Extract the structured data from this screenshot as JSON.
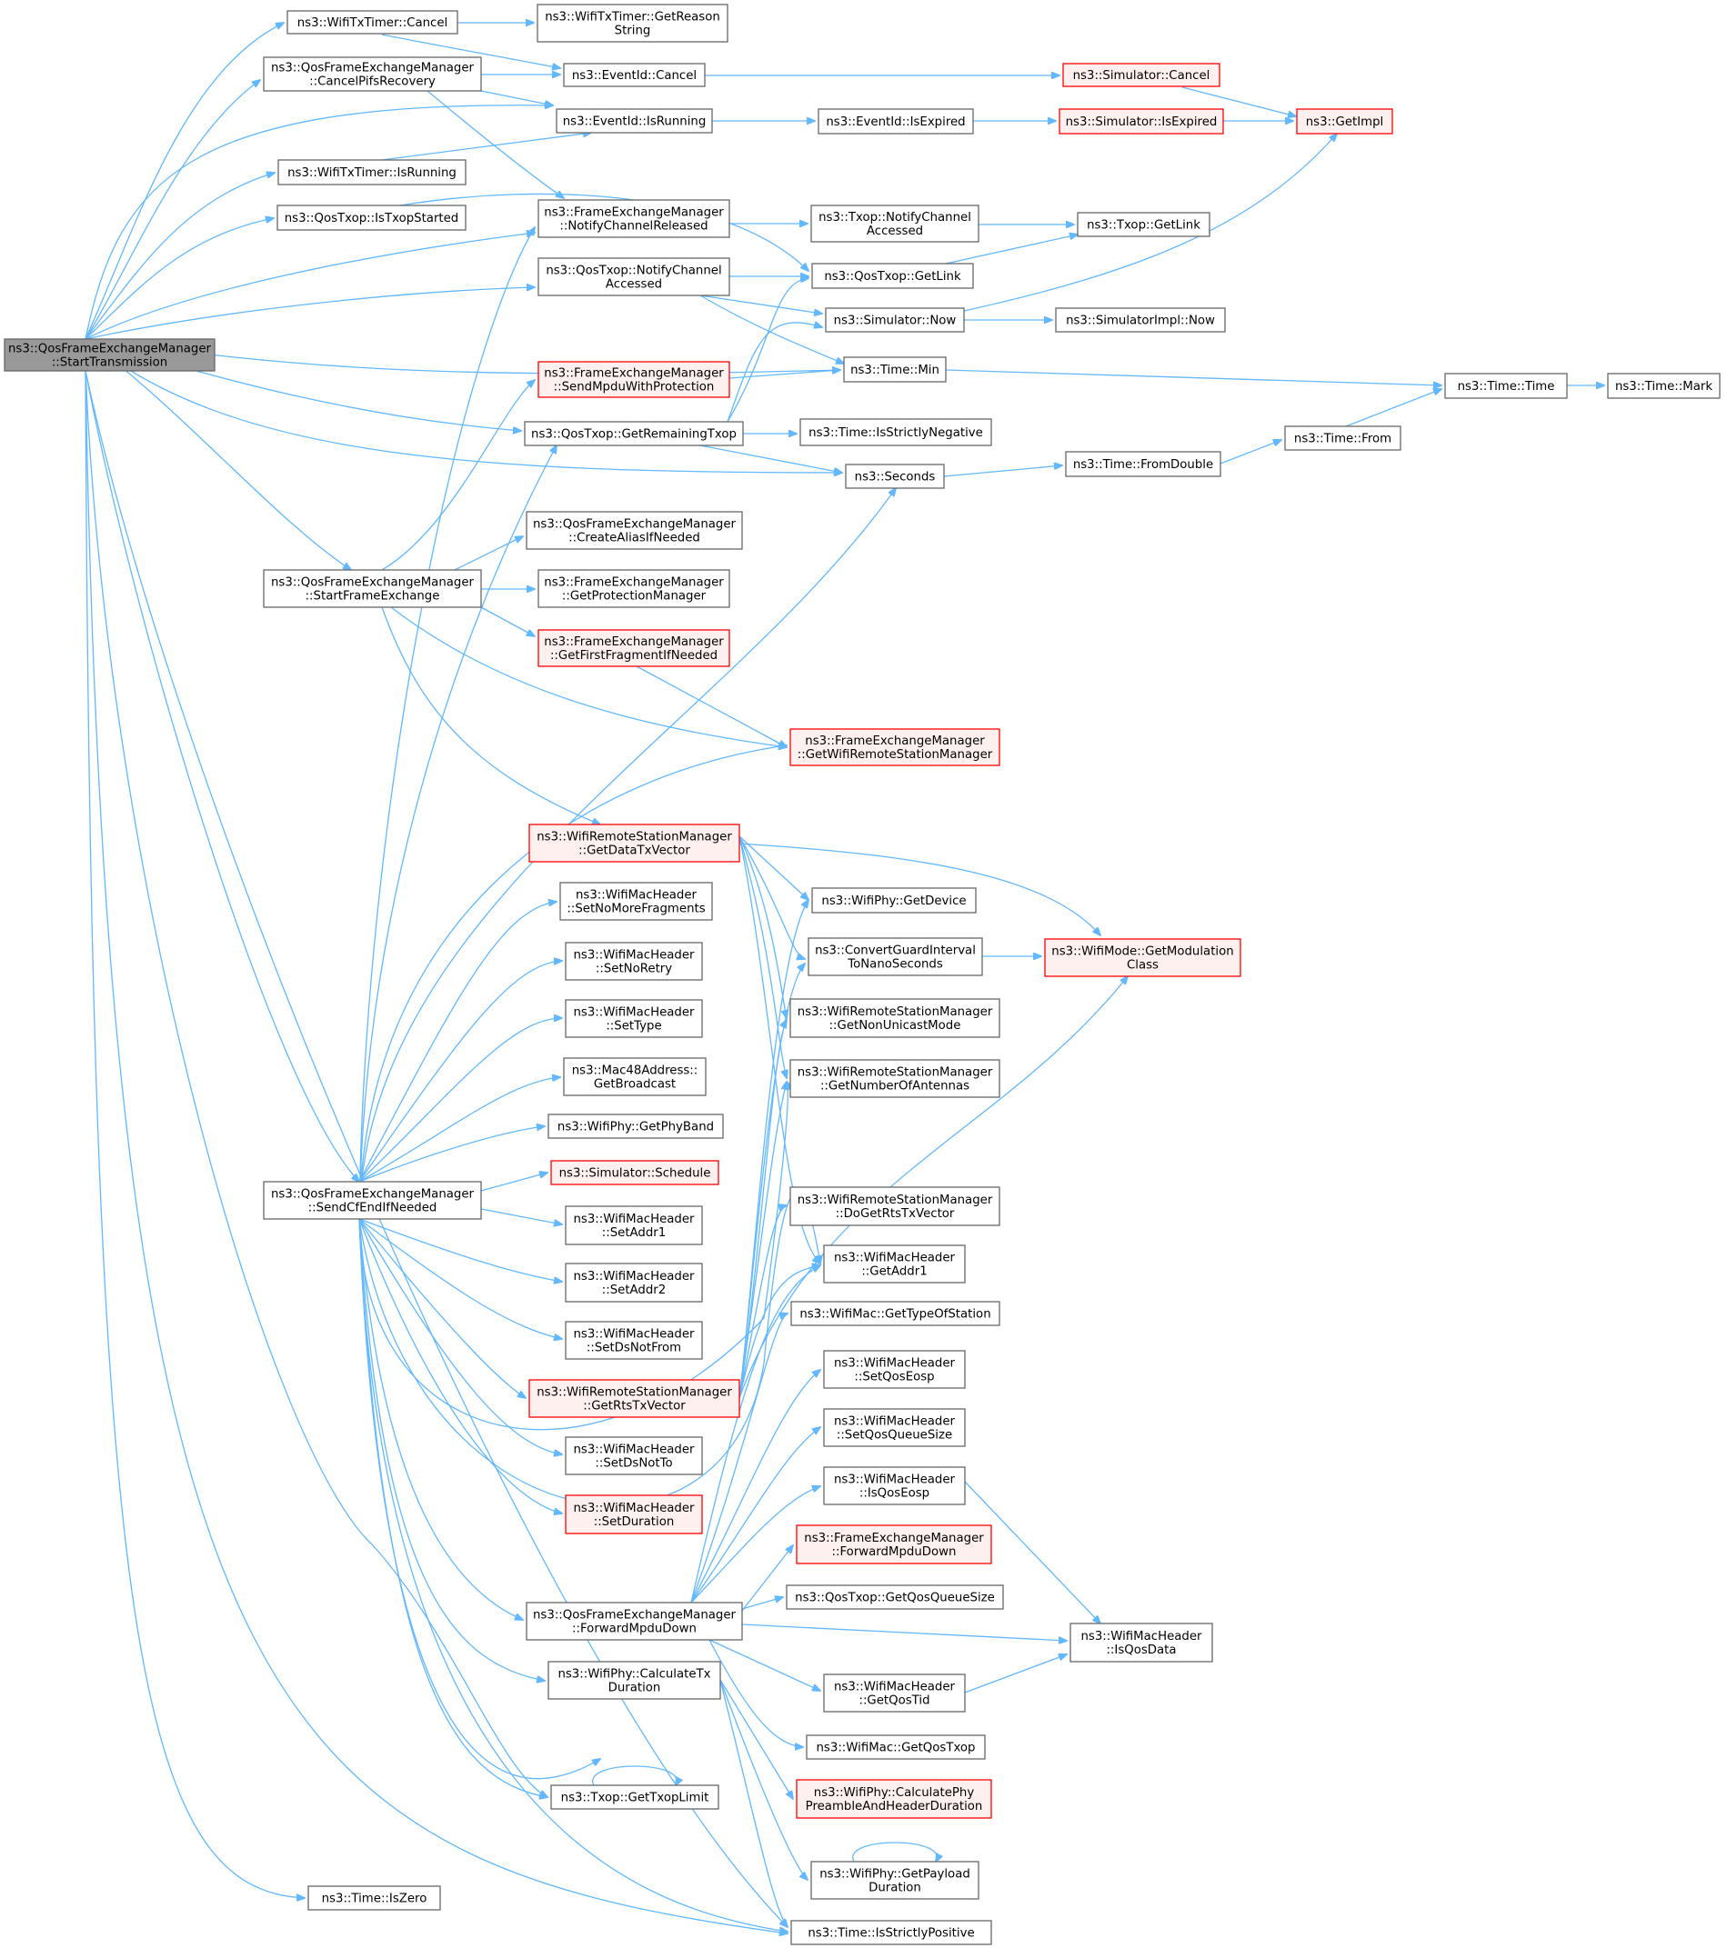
{
  "graph": {
    "nodes": [
      {
        "id": "root",
        "lines": [
          "ns3::QosFrameExchangeManager",
          "::StartTransmission"
        ],
        "style": "root"
      },
      {
        "id": "wttCancel",
        "lines": [
          "ns3::WifiTxTimer::Cancel"
        ],
        "style": "normal"
      },
      {
        "id": "wttGetReason",
        "lines": [
          "ns3::WifiTxTimer::GetReason",
          "String"
        ],
        "style": "normal"
      },
      {
        "id": "qfemCancelPifs",
        "lines": [
          "ns3::QosFrameExchangeManager",
          "::CancelPifsRecovery"
        ],
        "style": "normal"
      },
      {
        "id": "evCancel",
        "lines": [
          "ns3::EventId::Cancel"
        ],
        "style": "normal"
      },
      {
        "id": "simCancel",
        "lines": [
          "ns3::Simulator::Cancel"
        ],
        "style": "red"
      },
      {
        "id": "getImpl",
        "lines": [
          "ns3::GetImpl"
        ],
        "style": "red"
      },
      {
        "id": "evIsRunning",
        "lines": [
          "ns3::EventId::IsRunning"
        ],
        "style": "normal"
      },
      {
        "id": "evIsExpired",
        "lines": [
          "ns3::EventId::IsExpired"
        ],
        "style": "normal"
      },
      {
        "id": "simIsExpired",
        "lines": [
          "ns3::Simulator::IsExpired"
        ],
        "style": "red"
      },
      {
        "id": "wttIsRunning",
        "lines": [
          "ns3::WifiTxTimer::IsRunning"
        ],
        "style": "normal"
      },
      {
        "id": "qtIsTxopStarted",
        "lines": [
          "ns3::QosTxop::IsTxopStarted"
        ],
        "style": "normal"
      },
      {
        "id": "femNotifyChRel",
        "lines": [
          "ns3::FrameExchangeManager",
          "::NotifyChannelReleased"
        ],
        "style": "normal"
      },
      {
        "id": "txopNotifyChAcc",
        "lines": [
          "ns3::Txop::NotifyChannel",
          "Accessed"
        ],
        "style": "normal"
      },
      {
        "id": "txopGetLink",
        "lines": [
          "ns3::Txop::GetLink"
        ],
        "style": "normal"
      },
      {
        "id": "qtNotifyChAcc",
        "lines": [
          "ns3::QosTxop::NotifyChannel",
          "Accessed"
        ],
        "style": "normal"
      },
      {
        "id": "qtGetLink",
        "lines": [
          "ns3::QosTxop::GetLink"
        ],
        "style": "normal"
      },
      {
        "id": "simNow",
        "lines": [
          "ns3::Simulator::Now"
        ],
        "style": "normal"
      },
      {
        "id": "simImplNow",
        "lines": [
          "ns3::SimulatorImpl::Now"
        ],
        "style": "normal"
      },
      {
        "id": "femSendMpdu",
        "lines": [
          "ns3::FrameExchangeManager",
          "::SendMpduWithProtection"
        ],
        "style": "red"
      },
      {
        "id": "timeMin",
        "lines": [
          "ns3::Time::Min"
        ],
        "style": "normal"
      },
      {
        "id": "timeTime",
        "lines": [
          "ns3::Time::Time"
        ],
        "style": "normal"
      },
      {
        "id": "timeMark",
        "lines": [
          "ns3::Time::Mark"
        ],
        "style": "normal"
      },
      {
        "id": "qtGetRemTxop",
        "lines": [
          "ns3::QosTxop::GetRemainingTxop"
        ],
        "style": "normal"
      },
      {
        "id": "timeIsStrictNeg",
        "lines": [
          "ns3::Time::IsStrictlyNegative"
        ],
        "style": "normal"
      },
      {
        "id": "timeFrom",
        "lines": [
          "ns3::Time::From"
        ],
        "style": "normal"
      },
      {
        "id": "seconds",
        "lines": [
          "ns3::Seconds"
        ],
        "style": "normal"
      },
      {
        "id": "timeFromDouble",
        "lines": [
          "ns3::Time::FromDouble"
        ],
        "style": "normal"
      },
      {
        "id": "qfemCreateAlias",
        "lines": [
          "ns3::QosFrameExchangeManager",
          "::CreateAliasIfNeeded"
        ],
        "style": "normal"
      },
      {
        "id": "qfemStartFE",
        "lines": [
          "ns3::QosFrameExchangeManager",
          "::StartFrameExchange"
        ],
        "style": "normal"
      },
      {
        "id": "femGetProtMgr",
        "lines": [
          "ns3::FrameExchangeManager",
          "::GetProtectionManager"
        ],
        "style": "normal"
      },
      {
        "id": "femGetFirstFrag",
        "lines": [
          "ns3::FrameExchangeManager",
          "::GetFirstFragmentIfNeeded"
        ],
        "style": "red"
      },
      {
        "id": "femGetWrsm",
        "lines": [
          "ns3::FrameExchangeManager",
          "::GetWifiRemoteStationManager"
        ],
        "style": "red"
      },
      {
        "id": "wrsmGetDataTxv",
        "lines": [
          "ns3::WifiRemoteStationManager",
          "::GetDataTxVector"
        ],
        "style": "red"
      },
      {
        "id": "wmhSetNoMoreFrag",
        "lines": [
          "ns3::WifiMacHeader",
          "::SetNoMoreFragments"
        ],
        "style": "normal"
      },
      {
        "id": "wpGetDevice",
        "lines": [
          "ns3::WifiPhy::GetDevice"
        ],
        "style": "normal"
      },
      {
        "id": "wmhSetNoRetry",
        "lines": [
          "ns3::WifiMacHeader",
          "::SetNoRetry"
        ],
        "style": "normal"
      },
      {
        "id": "convGI",
        "lines": [
          "ns3::ConvertGuardInterval",
          "ToNanoSeconds"
        ],
        "style": "normal"
      },
      {
        "id": "wmGetModClass",
        "lines": [
          "ns3::WifiMode::GetModulation",
          "Class"
        ],
        "style": "red"
      },
      {
        "id": "wmhSetType",
        "lines": [
          "ns3::WifiMacHeader",
          "::SetType"
        ],
        "style": "normal"
      },
      {
        "id": "wrsmGetNonUni",
        "lines": [
          "ns3::WifiRemoteStationManager",
          "::GetNonUnicastMode"
        ],
        "style": "normal"
      },
      {
        "id": "macGetBcast",
        "lines": [
          "ns3::Mac48Address::",
          "GetBroadcast"
        ],
        "style": "normal"
      },
      {
        "id": "wrsmGetNumAnt",
        "lines": [
          "ns3::WifiRemoteStationManager",
          "::GetNumberOfAntennas"
        ],
        "style": "normal"
      },
      {
        "id": "wpGetPhyBand",
        "lines": [
          "ns3::WifiPhy::GetPhyBand"
        ],
        "style": "normal"
      },
      {
        "id": "simSchedule",
        "lines": [
          "ns3::Simulator::Schedule"
        ],
        "style": "red"
      },
      {
        "id": "qfemSendCfEnd",
        "lines": [
          "ns3::QosFrameExchangeManager",
          "::SendCfEndIfNeeded"
        ],
        "style": "normal"
      },
      {
        "id": "wrsmDoGetRts",
        "lines": [
          "ns3::WifiRemoteStationManager",
          "::DoGetRtsTxVector"
        ],
        "style": "normal"
      },
      {
        "id": "wmhSetAddr1",
        "lines": [
          "ns3::WifiMacHeader",
          "::SetAddr1"
        ],
        "style": "normal"
      },
      {
        "id": "wmhGetAddr1",
        "lines": [
          "ns3::WifiMacHeader",
          "::GetAddr1"
        ],
        "style": "normal"
      },
      {
        "id": "wmhSetAddr2",
        "lines": [
          "ns3::WifiMacHeader",
          "::SetAddr2"
        ],
        "style": "normal"
      },
      {
        "id": "wmacGetTypeSta",
        "lines": [
          "ns3::WifiMac::GetTypeOfStation"
        ],
        "style": "normal"
      },
      {
        "id": "wmhSetDsNotFrom",
        "lines": [
          "ns3::WifiMacHeader",
          "::SetDsNotFrom"
        ],
        "style": "normal"
      },
      {
        "id": "wmhSetQosEosp",
        "lines": [
          "ns3::WifiMacHeader",
          "::SetQosEosp"
        ],
        "style": "normal"
      },
      {
        "id": "wrsmGetRtsTxv",
        "lines": [
          "ns3::WifiRemoteStationManager",
          "::GetRtsTxVector"
        ],
        "style": "red"
      },
      {
        "id": "wmhSetQosQS",
        "lines": [
          "ns3::WifiMacHeader",
          "::SetQosQueueSize"
        ],
        "style": "normal"
      },
      {
        "id": "wmhSetDsNotTo",
        "lines": [
          "ns3::WifiMacHeader",
          "::SetDsNotTo"
        ],
        "style": "normal"
      },
      {
        "id": "wmhIsQosEosp",
        "lines": [
          "ns3::WifiMacHeader",
          "::IsQosEosp"
        ],
        "style": "normal"
      },
      {
        "id": "wmhSetDuration",
        "lines": [
          "ns3::WifiMacHeader",
          "::SetDuration"
        ],
        "style": "red"
      },
      {
        "id": "femFwdMpdu",
        "lines": [
          "ns3::FrameExchangeManager",
          "::ForwardMpduDown"
        ],
        "style": "red"
      },
      {
        "id": "qfemFwdMpdu",
        "lines": [
          "ns3::QosFrameExchangeManager",
          "::ForwardMpduDown"
        ],
        "style": "normal"
      },
      {
        "id": "qtGetQosQS",
        "lines": [
          "ns3::QosTxop::GetQosQueueSize"
        ],
        "style": "normal"
      },
      {
        "id": "wmhIsQosData",
        "lines": [
          "ns3::WifiMacHeader",
          "::IsQosData"
        ],
        "style": "normal"
      },
      {
        "id": "wpCalcTxDur",
        "lines": [
          "ns3::WifiPhy::CalculateTx",
          "Duration"
        ],
        "style": "normal"
      },
      {
        "id": "wmhGetQosTid",
        "lines": [
          "ns3::WifiMacHeader",
          "::GetQosTid"
        ],
        "style": "normal"
      },
      {
        "id": "wmacGetQosTxop",
        "lines": [
          "ns3::WifiMac::GetQosTxop"
        ],
        "style": "normal"
      },
      {
        "id": "txopGetTxopLim",
        "lines": [
          "ns3::Txop::GetTxopLimit"
        ],
        "style": "normal"
      },
      {
        "id": "wpCalcPhyPre",
        "lines": [
          "ns3::WifiPhy::CalculatePhy",
          "PreambleAndHeaderDuration"
        ],
        "style": "red"
      },
      {
        "id": "wpGetPayDur",
        "lines": [
          "ns3::WifiPhy::GetPayload",
          "Duration"
        ],
        "style": "normal"
      },
      {
        "id": "timeIsZero",
        "lines": [
          "ns3::Time::IsZero"
        ],
        "style": "normal"
      },
      {
        "id": "timeIsStrictPos",
        "lines": [
          "ns3::Time::IsStrictlyPositive"
        ],
        "style": "normal"
      }
    ],
    "colors": {
      "edge": "#63b8ff",
      "node_border": "#666666",
      "node_fill": "#ffffff",
      "root_fill": "#999999",
      "highlight_border": "#ff0000",
      "highlight_fill": "#fff0f0"
    }
  }
}
